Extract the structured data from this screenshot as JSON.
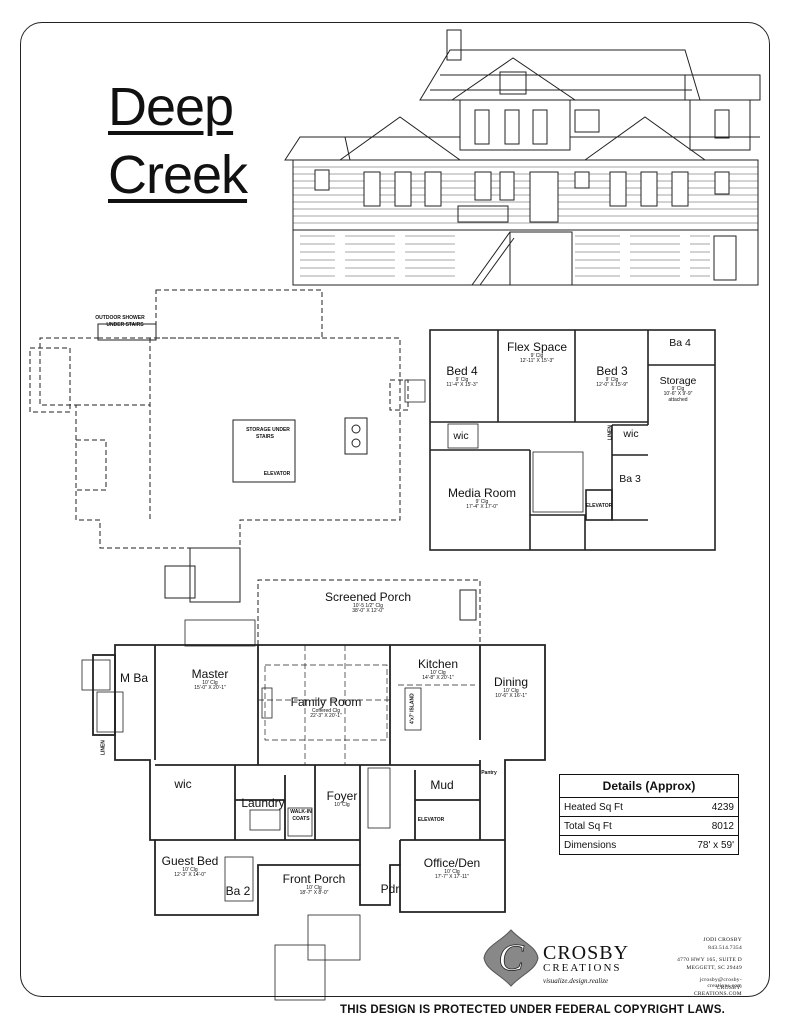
{
  "title": {
    "line1": "Deep",
    "line2": "Creek"
  },
  "lower_floor": {
    "outdoor_shower": "OUTDOOR SHOWER",
    "under_stairs": "UNDER STAIRS",
    "storage_under": "STORAGE UNDER",
    "stairs": "STAIRS",
    "elevator": "ELEVATOR"
  },
  "upper_floor": {
    "bed4": {
      "name": "Bed 4",
      "clg": "9' Clg",
      "dims": "11'-4\" X 15'-3\""
    },
    "flex": {
      "name": "Flex Space",
      "clg": "9' Clg",
      "dims": "12'-11\" X 15'-3\""
    },
    "bed3": {
      "name": "Bed 3",
      "clg": "9' Clg",
      "dims": "12'-0\" X 15'-9\""
    },
    "ba4": "Ba 4",
    "storage": {
      "name": "Storage",
      "clg": "9' Clg",
      "dims": "10'-6\" X 9'-9\"",
      "note": "attached"
    },
    "wic_left": "wic",
    "wic_right": "wic",
    "linen": "LINEN",
    "media": {
      "name": "Media Room",
      "clg": "9' Clg",
      "dims": "17'-4\" X 17'-0\""
    },
    "ba3": "Ba 3",
    "elevator": "ELEVATOR"
  },
  "main_floor": {
    "screened_porch": {
      "name": "Screened Porch",
      "clg": "10'-5 1/2\" Clg",
      "dims": "38'-0\" X 12'-0\""
    },
    "master": {
      "name": "Master",
      "clg": "10' Clg",
      "dims": "15'-0\" X 20'-1\""
    },
    "mba": "M Ba",
    "linen": "LINEN",
    "family": {
      "name": "Family Room",
      "clg": "Coffered Clg",
      "dims": "22'-3\" X 20'-1\""
    },
    "kitchen": {
      "name": "Kitchen",
      "clg": "10' Clg",
      "dims": "14'-8\" X 20'-1\""
    },
    "island": "4'x7' ISLAND",
    "dining": {
      "name": "Dining",
      "clg": "10' Clg",
      "dims": "10'-6\" X 16'-1\""
    },
    "wic": "wic",
    "laundry": "Laundry",
    "walkin": "WALK-IN",
    "coats": "COATS",
    "foyer": {
      "name": "Foyer",
      "clg": "10' Clg"
    },
    "mud": "Mud",
    "pantry": "Pantry",
    "elevator": "ELEVATOR",
    "guest": {
      "name": "Guest Bed",
      "clg": "10' Clg",
      "dims": "12'-3\" X 14'-0\""
    },
    "ba2": "Ba 2",
    "front_porch": {
      "name": "Front Porch",
      "clg": "10' Clg",
      "dims": "18'-7\" X 8'-0\""
    },
    "pdr": "Pdr",
    "office": {
      "name": "Office/Den",
      "clg": "10' Clg",
      "dims": "17'-7\" X 17'-11\""
    }
  },
  "details": {
    "heading": "Details (Approx)",
    "rows": [
      {
        "label": "Heated Sq Ft",
        "value": "4239"
      },
      {
        "label": "Total Sq Ft",
        "value": "8012"
      },
      {
        "label": "Dimensions",
        "value": "78' x 59'"
      }
    ]
  },
  "brand": {
    "monogram": "C",
    "name": "CROSBY",
    "name2": "CREATIONS",
    "tagline": "visualize.design.realize",
    "contact_name": "JODI CROSBY",
    "phone": "843.514.7354",
    "address1": "4770 HWY 165, SUITE D",
    "address2": "MEGGETT, SC 29449",
    "email": "jcrosby@crosby-creations.com",
    "web": "CROSBY-CREATIONS.COM"
  },
  "footer": "THIS DESIGN IS PROTECTED UNDER FEDERAL COPYRIGHT LAWS."
}
